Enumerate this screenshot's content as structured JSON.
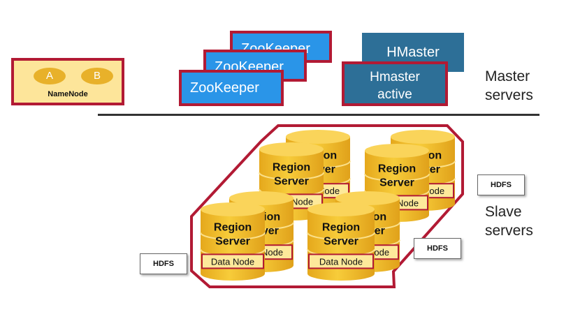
{
  "namenode": {
    "label": "NameNode",
    "pill_a": "A",
    "pill_b": "B"
  },
  "zookeepers": [
    "ZooKeeper",
    "ZooKeeper",
    "ZooKeeper"
  ],
  "hmaster": {
    "standby": "HMaster",
    "active_line1": "Hmaster",
    "active_line2": "active"
  },
  "labels": {
    "master_line1": "Master",
    "master_line2": "servers",
    "slave_line1": "Slave",
    "slave_line2": "servers"
  },
  "region_server": {
    "line1": "Region",
    "line2": "Server",
    "data_node": "Data Node"
  },
  "hdfs_label": "HDFS",
  "colors": {
    "accent_red": "#b21a34",
    "zk_blue": "#2a95e8",
    "hmaster_blue": "#2d6f97",
    "cylinder_yellow": "#f2c02c"
  }
}
